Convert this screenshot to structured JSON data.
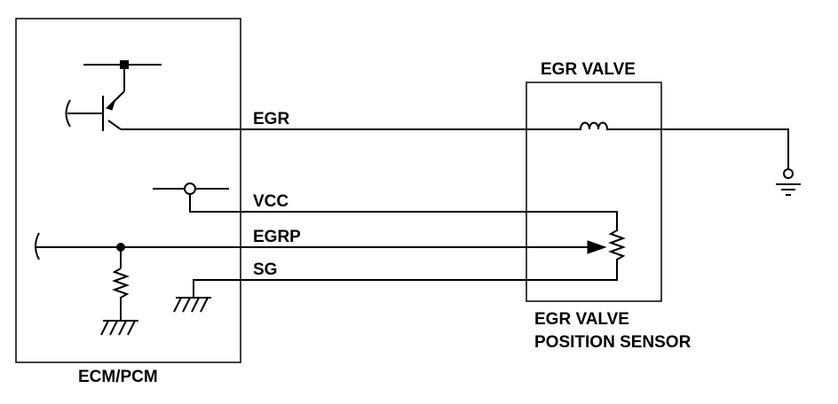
{
  "labels": {
    "ecm": "ECM/PCM",
    "egr_valve": "EGR VALVE",
    "sensor_line1": "EGR VALVE",
    "sensor_line2": "POSITION SENSOR",
    "wire_egr": "EGR",
    "wire_vcc": "VCC",
    "wire_egrp": "EGRP",
    "wire_sg": "SG"
  },
  "colors": {
    "line": "#000000",
    "background": "#ffffff"
  }
}
